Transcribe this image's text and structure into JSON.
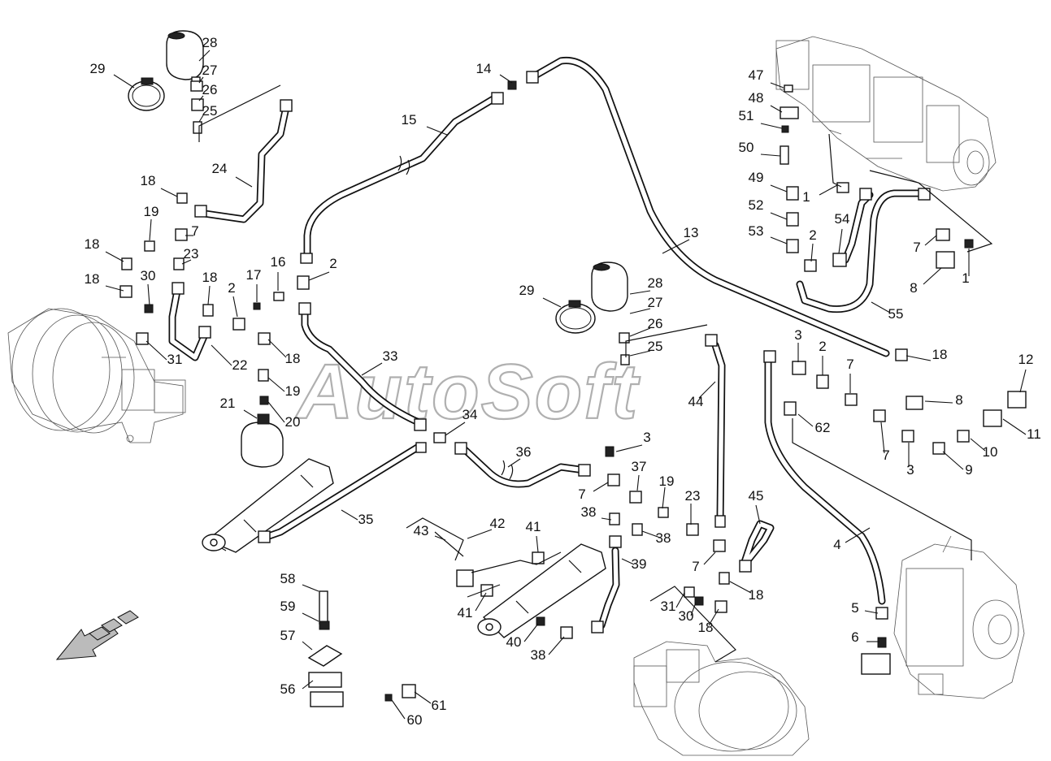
{
  "watermark": "AutoSoft",
  "callout_labels": [
    "1",
    "2",
    "3",
    "4",
    "5",
    "6",
    "7",
    "8",
    "9",
    "10",
    "11",
    "12",
    "13",
    "14",
    "15",
    "16",
    "17",
    "18",
    "19",
    "20",
    "21",
    "22",
    "23",
    "24",
    "25",
    "26",
    "27",
    "28",
    "29",
    "30",
    "31",
    "33",
    "34",
    "35",
    "36",
    "37",
    "38",
    "39",
    "40",
    "41",
    "42",
    "43",
    "44",
    "45",
    "47",
    "48",
    "49",
    "50",
    "51",
    "52",
    "53",
    "54",
    "55",
    "56",
    "57",
    "58",
    "59",
    "60",
    "61",
    "62"
  ]
}
